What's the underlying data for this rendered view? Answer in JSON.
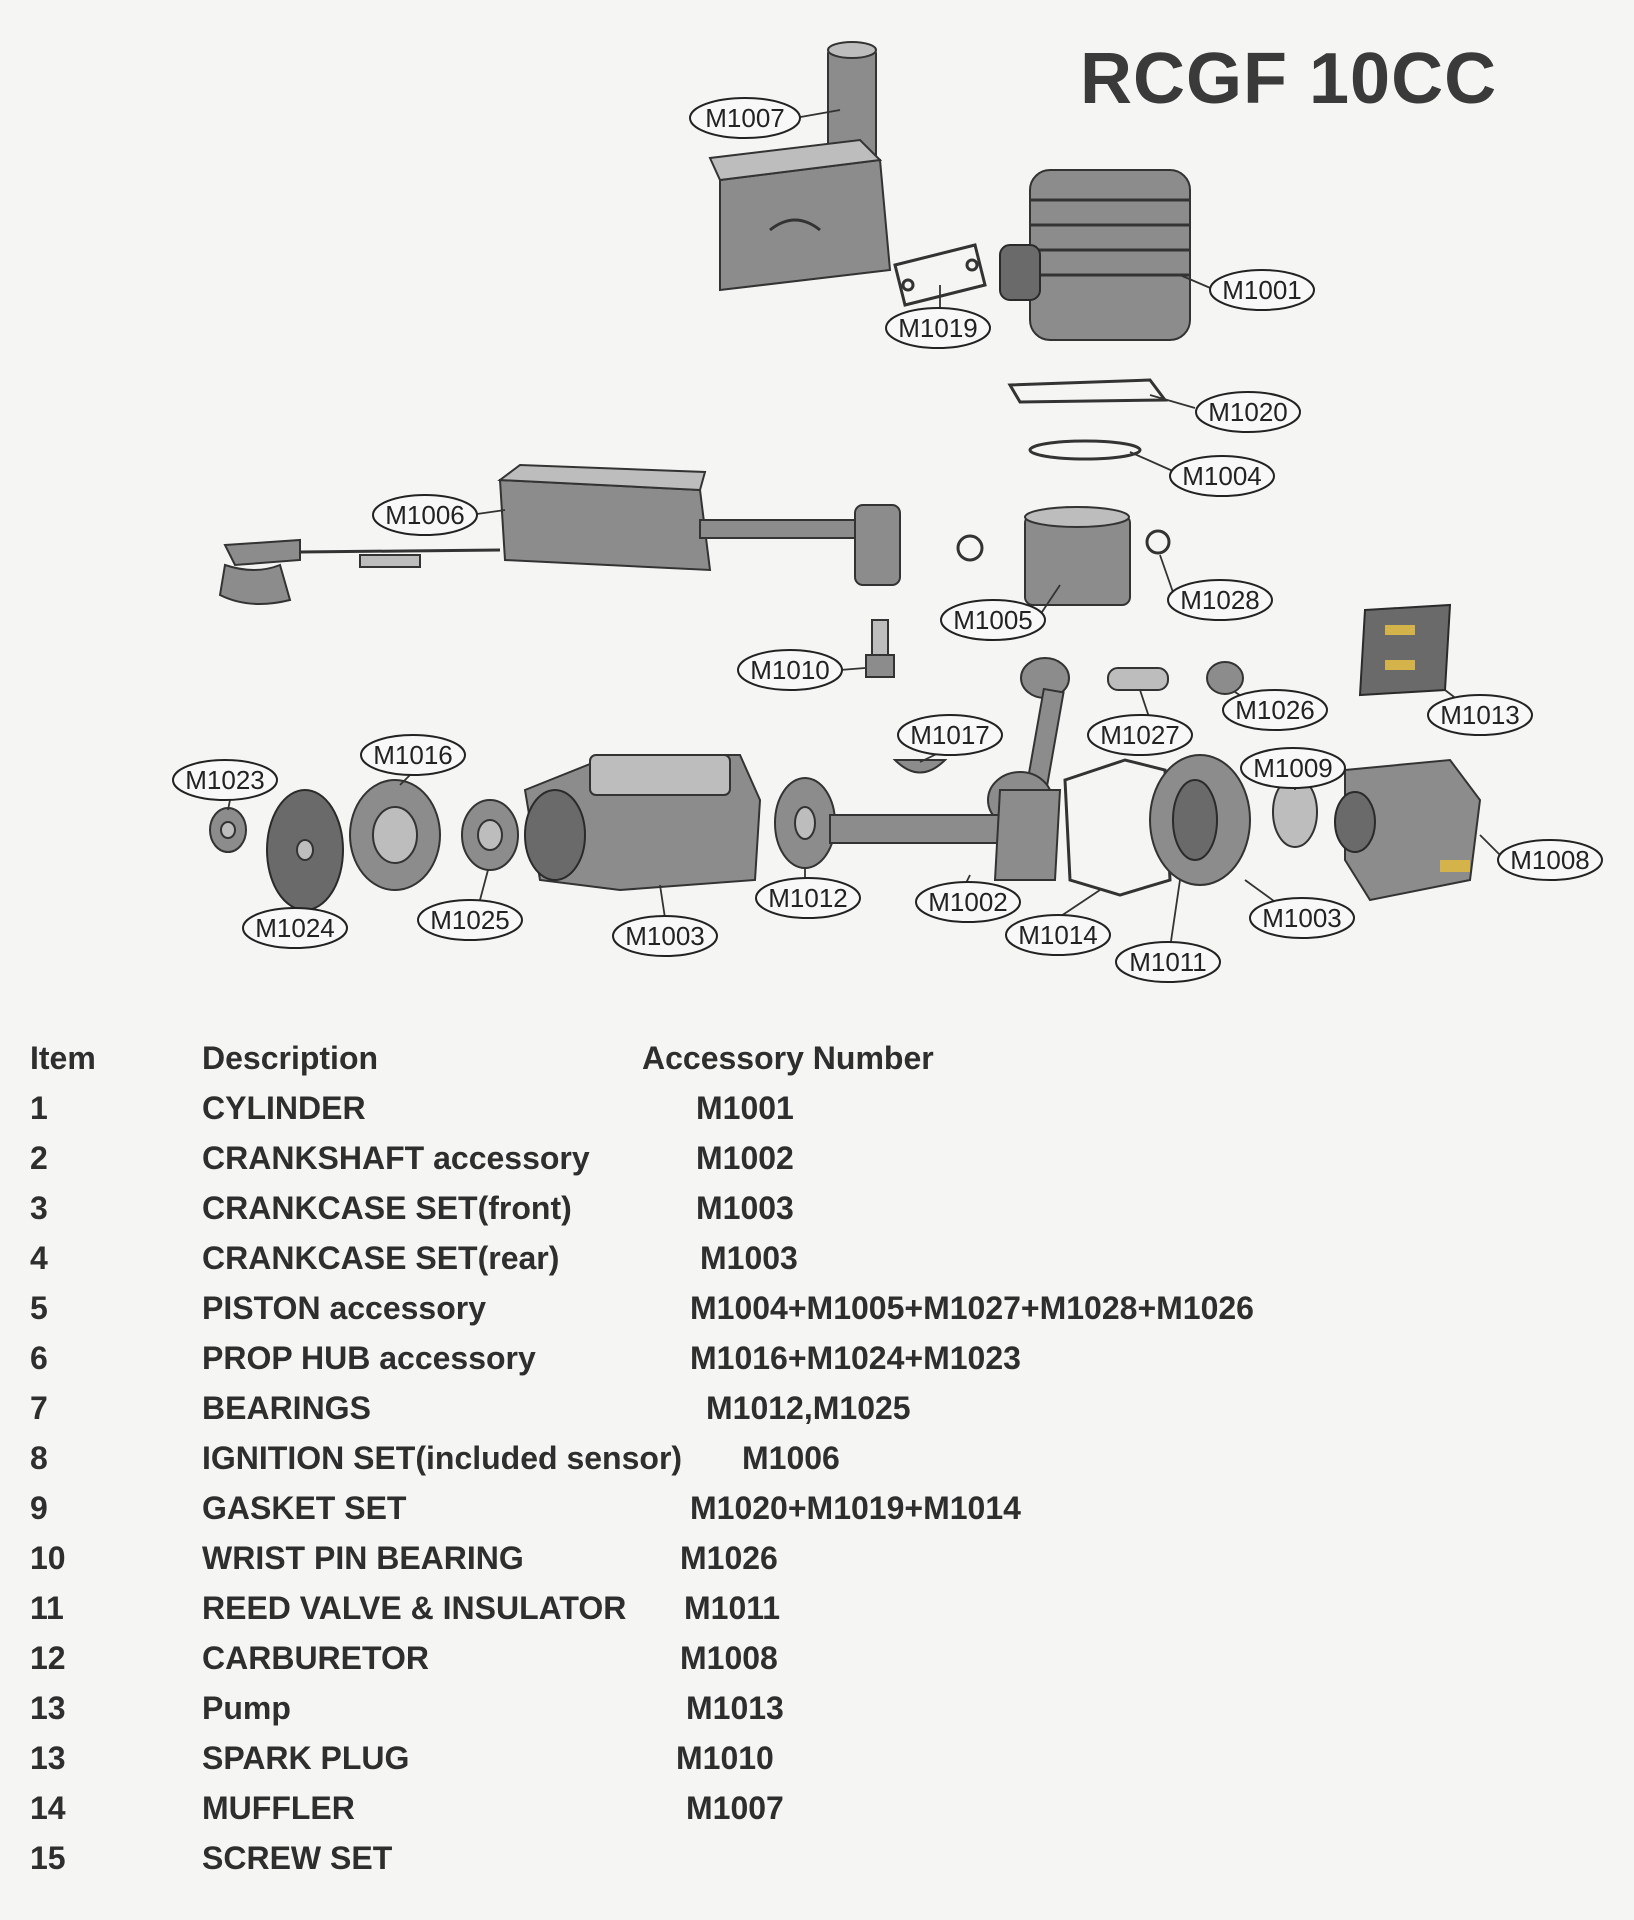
{
  "title": "RCGF 10CC",
  "callouts": [
    {
      "id": "m1007",
      "label": "M1007"
    },
    {
      "id": "m1001",
      "label": "M1001"
    },
    {
      "id": "m1019",
      "label": "M1019"
    },
    {
      "id": "m1020",
      "label": "M1020"
    },
    {
      "id": "m1004",
      "label": "M1004"
    },
    {
      "id": "m1006",
      "label": "M1006"
    },
    {
      "id": "m1028",
      "label": "M1028"
    },
    {
      "id": "m1005",
      "label": "M1005"
    },
    {
      "id": "m1010",
      "label": "M1010"
    },
    {
      "id": "m1026",
      "label": "M1026"
    },
    {
      "id": "m1013",
      "label": "M1013"
    },
    {
      "id": "m1017",
      "label": "M1017"
    },
    {
      "id": "m1027",
      "label": "M1027"
    },
    {
      "id": "m1009",
      "label": "M1009"
    },
    {
      "id": "m1023",
      "label": "M1023"
    },
    {
      "id": "m1016",
      "label": "M1016"
    },
    {
      "id": "m1008",
      "label": "M1008"
    },
    {
      "id": "m1012",
      "label": "M1012"
    },
    {
      "id": "m1002",
      "label": "M1002"
    },
    {
      "id": "m1003r",
      "label": "M1003"
    },
    {
      "id": "m1024",
      "label": "M1024"
    },
    {
      "id": "m1025",
      "label": "M1025"
    },
    {
      "id": "m1003f",
      "label": "M1003"
    },
    {
      "id": "m1014",
      "label": "M1014"
    },
    {
      "id": "m1011",
      "label": "M1011"
    }
  ],
  "table": {
    "headers": {
      "item": "Item",
      "description": "Description",
      "accessory": "Accessory Number"
    },
    "rows": [
      {
        "item": "1",
        "description": "CYLINDER",
        "accessory": "M1001"
      },
      {
        "item": "2",
        "description": "CRANKSHAFT accessory",
        "accessory": "M1002"
      },
      {
        "item": "3",
        "description": "CRANKCASE SET(front)",
        "accessory": "M1003"
      },
      {
        "item": "4",
        "description": "CRANKCASE SET(rear)",
        "accessory": "M1003"
      },
      {
        "item": "5",
        "description": "PISTON accessory",
        "accessory": "M1004+M1005+M1027+M1028+M1026"
      },
      {
        "item": "6",
        "description": "PROP HUB accessory",
        "accessory": "M1016+M1024+M1023"
      },
      {
        "item": "7",
        "description": "BEARINGS",
        "accessory": "M1012,M1025"
      },
      {
        "item": "8",
        "description": "IGNITION SET(included sensor)",
        "accessory": "M1006"
      },
      {
        "item": "9",
        "description": "GASKET SET",
        "accessory": "M1020+M1019+M1014"
      },
      {
        "item": "10",
        "description": "WRIST PIN BEARING",
        "accessory": "M1026"
      },
      {
        "item": "11",
        "description": "REED VALVE & INSULATOR",
        "accessory": "M1011"
      },
      {
        "item": "12",
        "description": "CARBURETOR",
        "accessory": "M1008"
      },
      {
        "item": "13",
        "description": "Pump",
        "accessory": "M1013"
      },
      {
        "item": "13",
        "description": "SPARK PLUG",
        "accessory": "M1010"
      },
      {
        "item": "14",
        "description": "MUFFLER",
        "accessory": "M1007"
      },
      {
        "item": "15",
        "description": "SCREW SET",
        "accessory": ""
      }
    ]
  }
}
